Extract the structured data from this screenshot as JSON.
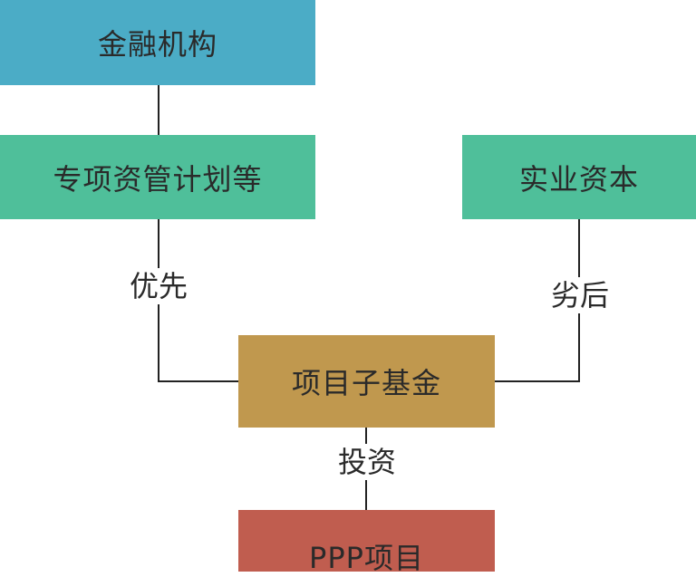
{
  "colors": {
    "financial_institution": "#4bacc6",
    "green_nodes": "#4fbf9a",
    "fund": "#c0984e",
    "ppp": "#c05d4f",
    "line": "#222222"
  },
  "nodes": {
    "financial_institution": "金融机构",
    "special_plans": "专项资管计划等",
    "industrial_capital": "实业资本",
    "project_fund": "项目子基金",
    "ppp_project": "PPP项目"
  },
  "edges": {
    "priority": "优先",
    "subordinate": "劣后",
    "investment": "投资"
  }
}
